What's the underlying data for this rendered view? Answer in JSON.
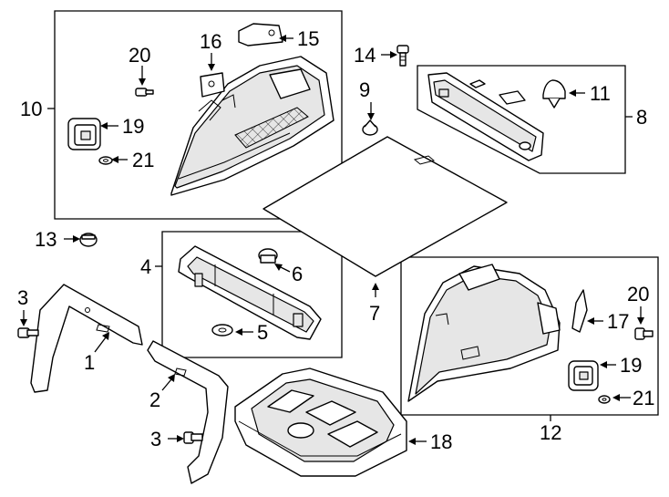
{
  "callouts": [
    {
      "id": "c1",
      "number": "1"
    },
    {
      "id": "c2",
      "number": "2"
    },
    {
      "id": "c3a",
      "number": "3"
    },
    {
      "id": "c3b",
      "number": "3"
    },
    {
      "id": "c4",
      "number": "4"
    },
    {
      "id": "c5",
      "number": "5"
    },
    {
      "id": "c6",
      "number": "6"
    },
    {
      "id": "c7",
      "number": "7"
    },
    {
      "id": "c8",
      "number": "8"
    },
    {
      "id": "c9",
      "number": "9"
    },
    {
      "id": "c10",
      "number": "10"
    },
    {
      "id": "c11",
      "number": "11"
    },
    {
      "id": "c12",
      "number": "12"
    },
    {
      "id": "c13",
      "number": "13"
    },
    {
      "id": "c14",
      "number": "14"
    },
    {
      "id": "c15",
      "number": "15"
    },
    {
      "id": "c16",
      "number": "16"
    },
    {
      "id": "c17",
      "number": "17"
    },
    {
      "id": "c18",
      "number": "18"
    },
    {
      "id": "c19a",
      "number": "19"
    },
    {
      "id": "c19b",
      "number": "19"
    },
    {
      "id": "c20a",
      "number": "20"
    },
    {
      "id": "c20b",
      "number": "20"
    },
    {
      "id": "c21a",
      "number": "21"
    },
    {
      "id": "c21b",
      "number": "21"
    }
  ]
}
